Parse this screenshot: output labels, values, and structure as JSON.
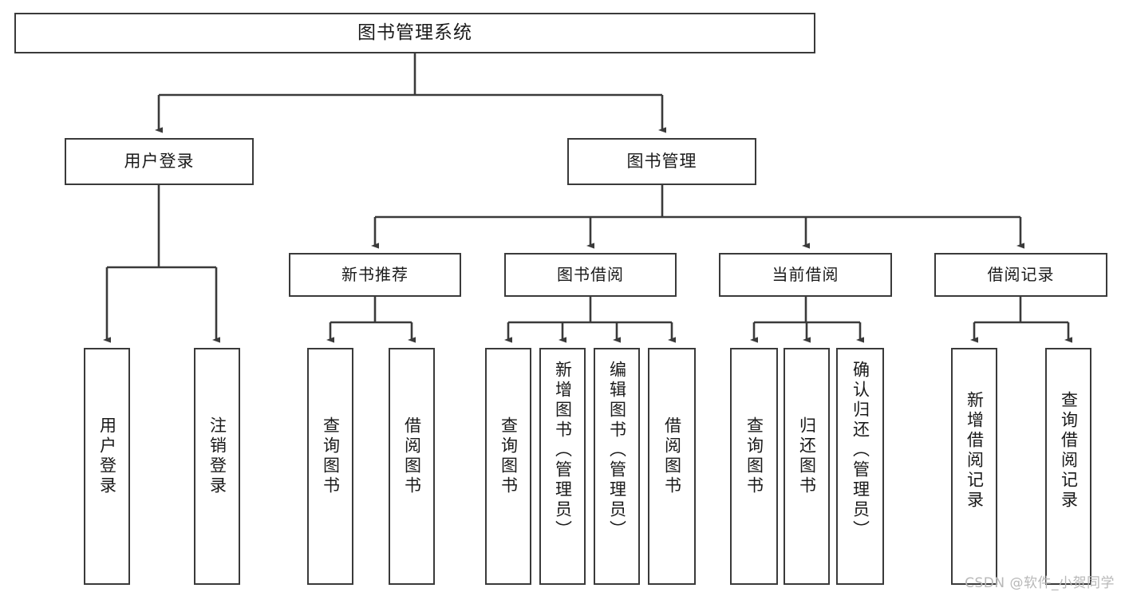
{
  "diagram": {
    "title": "图书管理系统",
    "type": "hierarchy-tree",
    "colors": {
      "node_border": "#3a3a3a",
      "node_fill": "#ffffff",
      "edge": "#3a3a3a",
      "text": "#1a1a1a",
      "watermark": "#b8b8b8",
      "background": "#ffffff"
    }
  },
  "nodes": {
    "root": {
      "label": "图书管理系统",
      "level": 1
    },
    "level2": [
      {
        "id": "user-login",
        "label": "用户登录"
      },
      {
        "id": "book-management",
        "label": "图书管理"
      }
    ],
    "level3": [
      {
        "id": "new-book-recommend",
        "label": "新书推荐",
        "parent": "book-management"
      },
      {
        "id": "book-borrow",
        "label": "图书借阅",
        "parent": "book-management"
      },
      {
        "id": "current-borrow",
        "label": "当前借阅",
        "parent": "book-management"
      },
      {
        "id": "borrow-record",
        "label": "借阅记录",
        "parent": "book-management"
      }
    ],
    "leaves": [
      {
        "id": "leaf-user-login",
        "label": "用户登录",
        "parent": "user-login"
      },
      {
        "id": "leaf-user-logout",
        "label": "注销登录",
        "parent": "user-login"
      },
      {
        "id": "leaf-query-book-1",
        "label": "查询图书",
        "parent": "new-book-recommend"
      },
      {
        "id": "leaf-borrow-book-1",
        "label": "借阅图书",
        "parent": "new-book-recommend"
      },
      {
        "id": "leaf-query-book-2",
        "label": "查询图书",
        "parent": "book-borrow"
      },
      {
        "id": "leaf-add-book",
        "label": "新增图书（管理员）",
        "parent": "book-borrow"
      },
      {
        "id": "leaf-edit-book",
        "label": "编辑图书（管理员）",
        "parent": "book-borrow"
      },
      {
        "id": "leaf-borrow-book-2",
        "label": "借阅图书",
        "parent": "book-borrow"
      },
      {
        "id": "leaf-query-book-3",
        "label": "查询图书",
        "parent": "current-borrow"
      },
      {
        "id": "leaf-return-book",
        "label": "归还图书",
        "parent": "current-borrow"
      },
      {
        "id": "leaf-confirm-return",
        "label": "确认归还（管理员）",
        "parent": "current-borrow"
      },
      {
        "id": "leaf-add-record",
        "label": "新增借阅记录",
        "parent": "borrow-record"
      },
      {
        "id": "leaf-query-record",
        "label": "查询借阅记录",
        "parent": "borrow-record"
      }
    ]
  },
  "watermark": {
    "text": "CSDN @软件_小贺同学"
  }
}
